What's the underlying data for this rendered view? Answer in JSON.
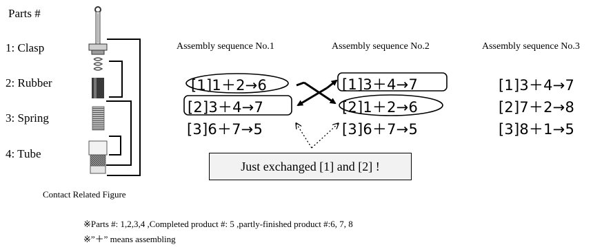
{
  "parts": {
    "header": "Parts #",
    "items": [
      {
        "num": "1",
        "name": "Clasp"
      },
      {
        "num": "2",
        "name": "Rubber"
      },
      {
        "num": "3",
        "name": "Spring"
      },
      {
        "num": "4",
        "name": "Tube"
      }
    ],
    "figure_caption": "Contact Related Figure"
  },
  "sequences": [
    {
      "title": "Assembly sequence No.1",
      "steps": [
        "[1]1＋2→6",
        "[2]3＋4→7",
        "[3]6＋7→5"
      ]
    },
    {
      "title": "Assembly sequence No.2",
      "steps": [
        "[1]3＋4→7",
        "[2]1＋2→6",
        "[3]6＋7→5"
      ]
    },
    {
      "title": "Assembly sequence No.3",
      "steps": [
        "[1]3＋4→7",
        "[2]7＋2→8",
        "[3]8＋1→5"
      ]
    }
  ],
  "callout": "Just exchanged [1] and [2] !",
  "notes": [
    "※Parts #: 1,2,3,4 ,Completed product #: 5  ,partly-finished product #:6,  7,  8",
    "※”＋” means assembling"
  ]
}
